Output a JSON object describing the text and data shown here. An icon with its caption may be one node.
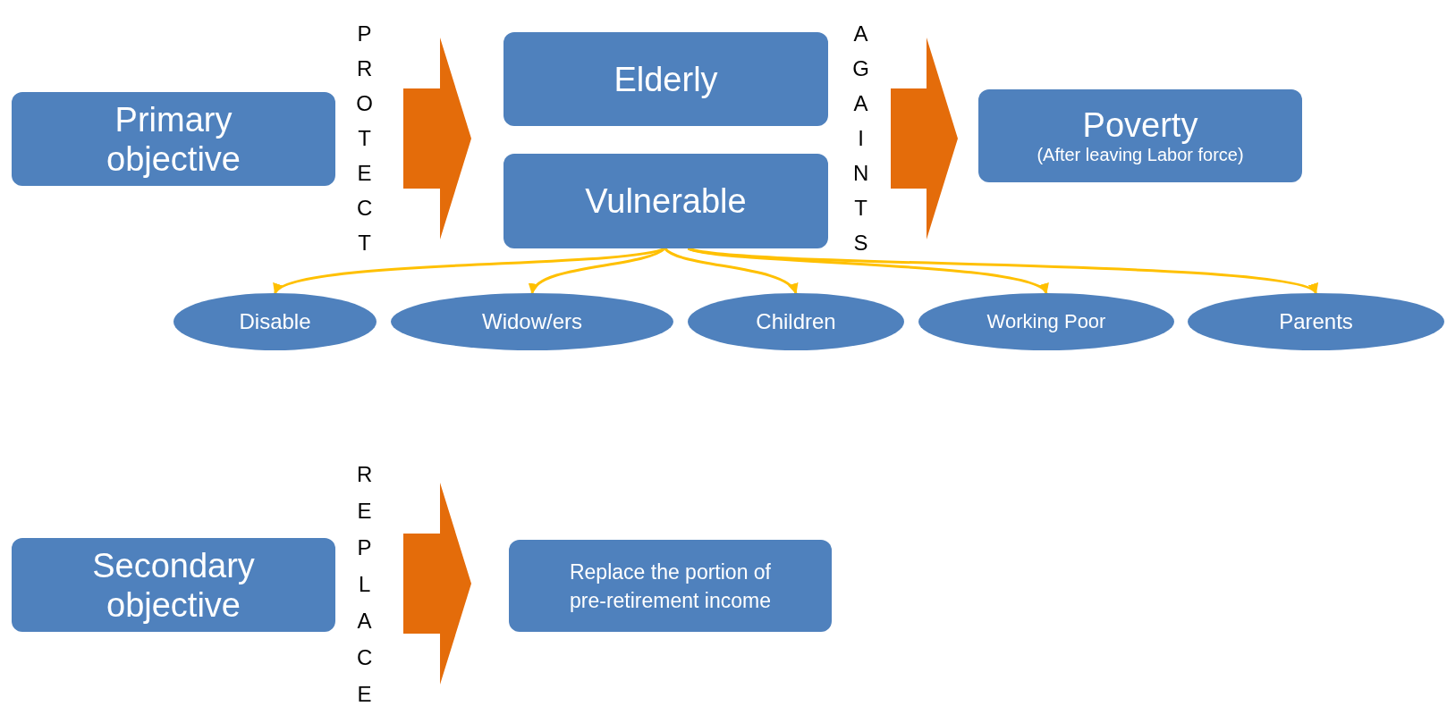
{
  "diagram": {
    "nodes": [
      {
        "text": [
          "Primary objective"
        ]
      },
      {
        "text": [
          "Elderly"
        ]
      },
      {
        "text": [
          "Vulnerable"
        ]
      },
      {
        "text": [
          "Poverty",
          "(After leaving Labor force)"
        ]
      },
      {
        "text": [
          "Disable"
        ]
      },
      {
        "text": [
          "Widow/ers"
        ]
      },
      {
        "text": [
          "Children"
        ]
      },
      {
        "text": [
          "Working Poor"
        ]
      },
      {
        "text": [
          "Parents"
        ]
      },
      {
        "text": [
          "Secondary objective"
        ]
      },
      {
        "text": [
          "Replace the portion of pre-retirement income"
        ]
      }
    ],
    "edges": [
      {
        "from": 0,
        "to": 1,
        "arrow": "to",
        "style": "thick",
        "color": "#e46c0a"
      },
      {
        "from": 0,
        "to": 2,
        "arrow": "to",
        "style": "thick",
        "color": "#e46c0a"
      },
      {
        "from": 1,
        "to": 3,
        "arrow": "to",
        "style": "thick",
        "color": "#e46c0a"
      },
      {
        "from": 2,
        "to": 3,
        "arrow": "to",
        "style": "thick",
        "color": "#e46c0a"
      },
      {
        "from": 2,
        "to": 4,
        "arrow": "to",
        "color": "#ffc000"
      },
      {
        "from": 2,
        "to": 5,
        "arrow": "to",
        "color": "#ffc000"
      },
      {
        "from": 2,
        "to": 6,
        "arrow": "to",
        "color": "#ffc000"
      },
      {
        "from": 2,
        "to": 7,
        "arrow": "to",
        "color": "#ffc000"
      },
      {
        "from": 2,
        "to": 8,
        "arrow": "to",
        "color": "#ffc000"
      },
      {
        "from": 9,
        "to": 10,
        "arrow": "to",
        "style": "thick",
        "color": "#e46c0a"
      }
    ],
    "labels": [
      "PROTECT",
      "AGAINTS",
      "REPLACE"
    ]
  }
}
